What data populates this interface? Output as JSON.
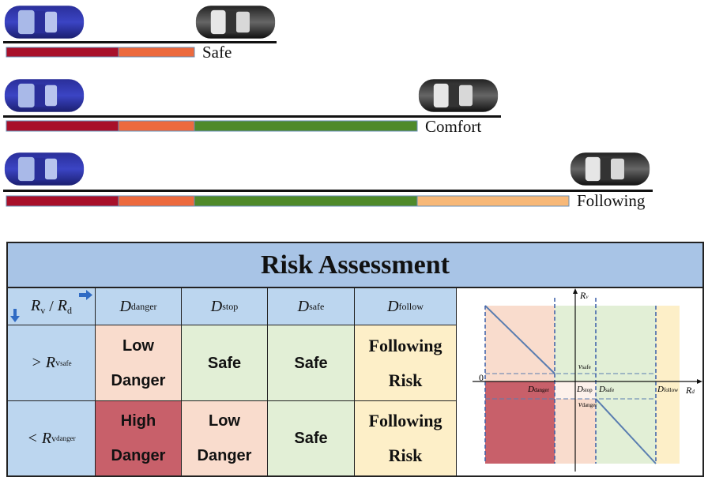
{
  "lanes": [
    {
      "label": "Safe"
    },
    {
      "label": "Comfort"
    },
    {
      "label": "Following"
    }
  ],
  "colors": {
    "danger": "#a8102a",
    "stop": "#ec6a3e",
    "safe": "#4f8a2a",
    "follow": "#f7b878",
    "header_blue": "#bcd6ef",
    "title_blue": "#a8c4e6",
    "cell_pink": "#f9dccd",
    "cell_green": "#e2efd6",
    "cell_red": "#c8606a",
    "cell_yellow": "#fdefc8"
  },
  "table": {
    "title": "Risk  Assessment",
    "corner": {
      "left": "R",
      "left_sub": "v",
      "slash": " / ",
      "right": "R",
      "right_sub": "d"
    },
    "columns": [
      {
        "main": "D",
        "sub": "danger"
      },
      {
        "main": "D",
        "sub": "stop"
      },
      {
        "main": "D",
        "sub": "safe"
      },
      {
        "main": "D",
        "sub": "follow"
      }
    ],
    "rows": [
      {
        "header": {
          "op": "> R",
          "sub": "v",
          "subsub": "safe"
        },
        "cells": [
          {
            "line1": "Low",
            "line2": "Danger"
          },
          {
            "line1": "Safe",
            "line2": ""
          },
          {
            "line1": "Safe",
            "line2": ""
          },
          {
            "line1": "Following",
            "line2": "Risk"
          }
        ]
      },
      {
        "header": {
          "op": "< R",
          "sub": "v",
          "subsub": "danger"
        },
        "cells": [
          {
            "line1": "High",
            "line2": "Danger"
          },
          {
            "line1": "Low",
            "line2": "Danger"
          },
          {
            "line1": "Safe",
            "line2": ""
          },
          {
            "line1": "Following",
            "line2": "Risk"
          }
        ]
      }
    ]
  },
  "plot": {
    "y_axis_label": "R",
    "y_axis_sub": "v",
    "x_axis_label": "R",
    "x_axis_sub": "d",
    "origin": "0",
    "v_safe": "v",
    "v_safe_sub": "safe",
    "v_danger": "v",
    "v_danger_sub": "danger",
    "d_danger": "D",
    "d_danger_sub": "danger",
    "d_stop": "D",
    "d_stop_sub": "stop",
    "d_safe": "D",
    "d_safe_sub": "safe",
    "d_follow": "D",
    "d_follow_sub": "follow"
  }
}
